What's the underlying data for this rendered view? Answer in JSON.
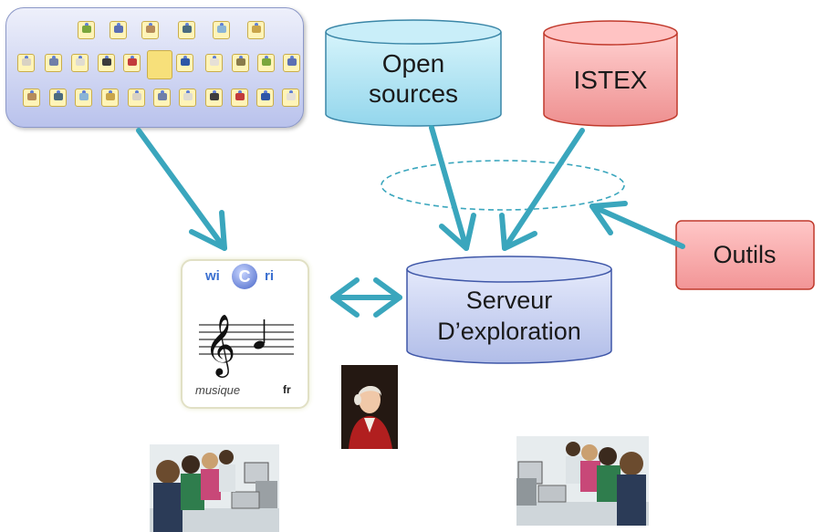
{
  "nodes": {
    "open_sources": {
      "line1": "Open",
      "line2": "sources"
    },
    "istex": {
      "label": "ISTEX"
    },
    "outils": {
      "label": "Outils"
    },
    "serveur": {
      "line1": "Serveur",
      "line2": "D’exploration"
    }
  },
  "music_card": {
    "logo_left": "wi",
    "logo_center": "C",
    "logo_right": "ri",
    "caption": "musique",
    "lang": "fr"
  },
  "colors": {
    "arrow": "#3aa6bd",
    "open_sources_fill": "#b6e7f6",
    "istex_fill": "#f4a6a6",
    "outils_fill": "#f6a9aa",
    "serveur_fill": "#c7d1ef",
    "ellipse_dashed": "#3aa6bd"
  },
  "images": {
    "portal": "wicri-portal-thumbnails",
    "portrait": "mozart-portrait",
    "students_left": "students-at-computers",
    "students_right": "students-at-computers"
  }
}
